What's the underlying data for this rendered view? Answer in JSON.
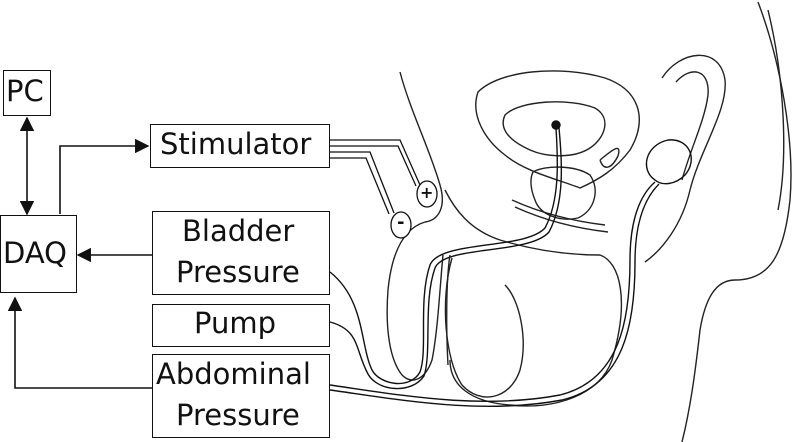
{
  "diagram": {
    "blocks": {
      "pc": "PC",
      "daq": "DAQ",
      "stimulator": "Stimulator",
      "bladder_line1": "Bladder",
      "bladder_line2": "Pressure",
      "pump": "Pump",
      "abdominal_line1": "Abdominal",
      "abdominal_line2": "Pressure"
    },
    "electrodes": {
      "positive": "+",
      "negative": "-"
    },
    "colors": {
      "stroke": "#111111",
      "background": "#ffffff",
      "organ_fill": "#ffffff"
    }
  }
}
